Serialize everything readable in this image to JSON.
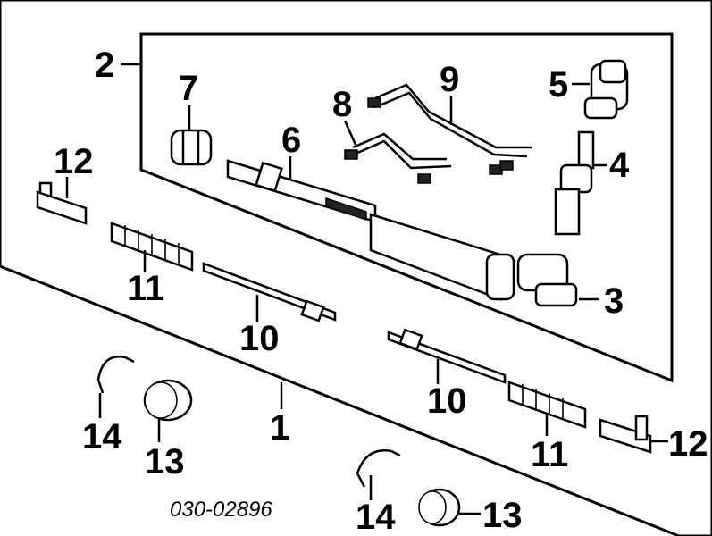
{
  "diagram": {
    "part_code": "030-02896",
    "callouts": {
      "c1": "1",
      "c2": "2",
      "c3": "3",
      "c4": "4",
      "c5": "5",
      "c6": "6",
      "c7": "7",
      "c8": "8",
      "c9": "9",
      "c10_left": "10",
      "c10_right": "10",
      "c11_left": "11",
      "c11_right": "11",
      "c12_left": "12",
      "c12_right": "12",
      "c13_left": "13",
      "c13_right": "13",
      "c14_left": "14",
      "c14_right": "14"
    }
  }
}
